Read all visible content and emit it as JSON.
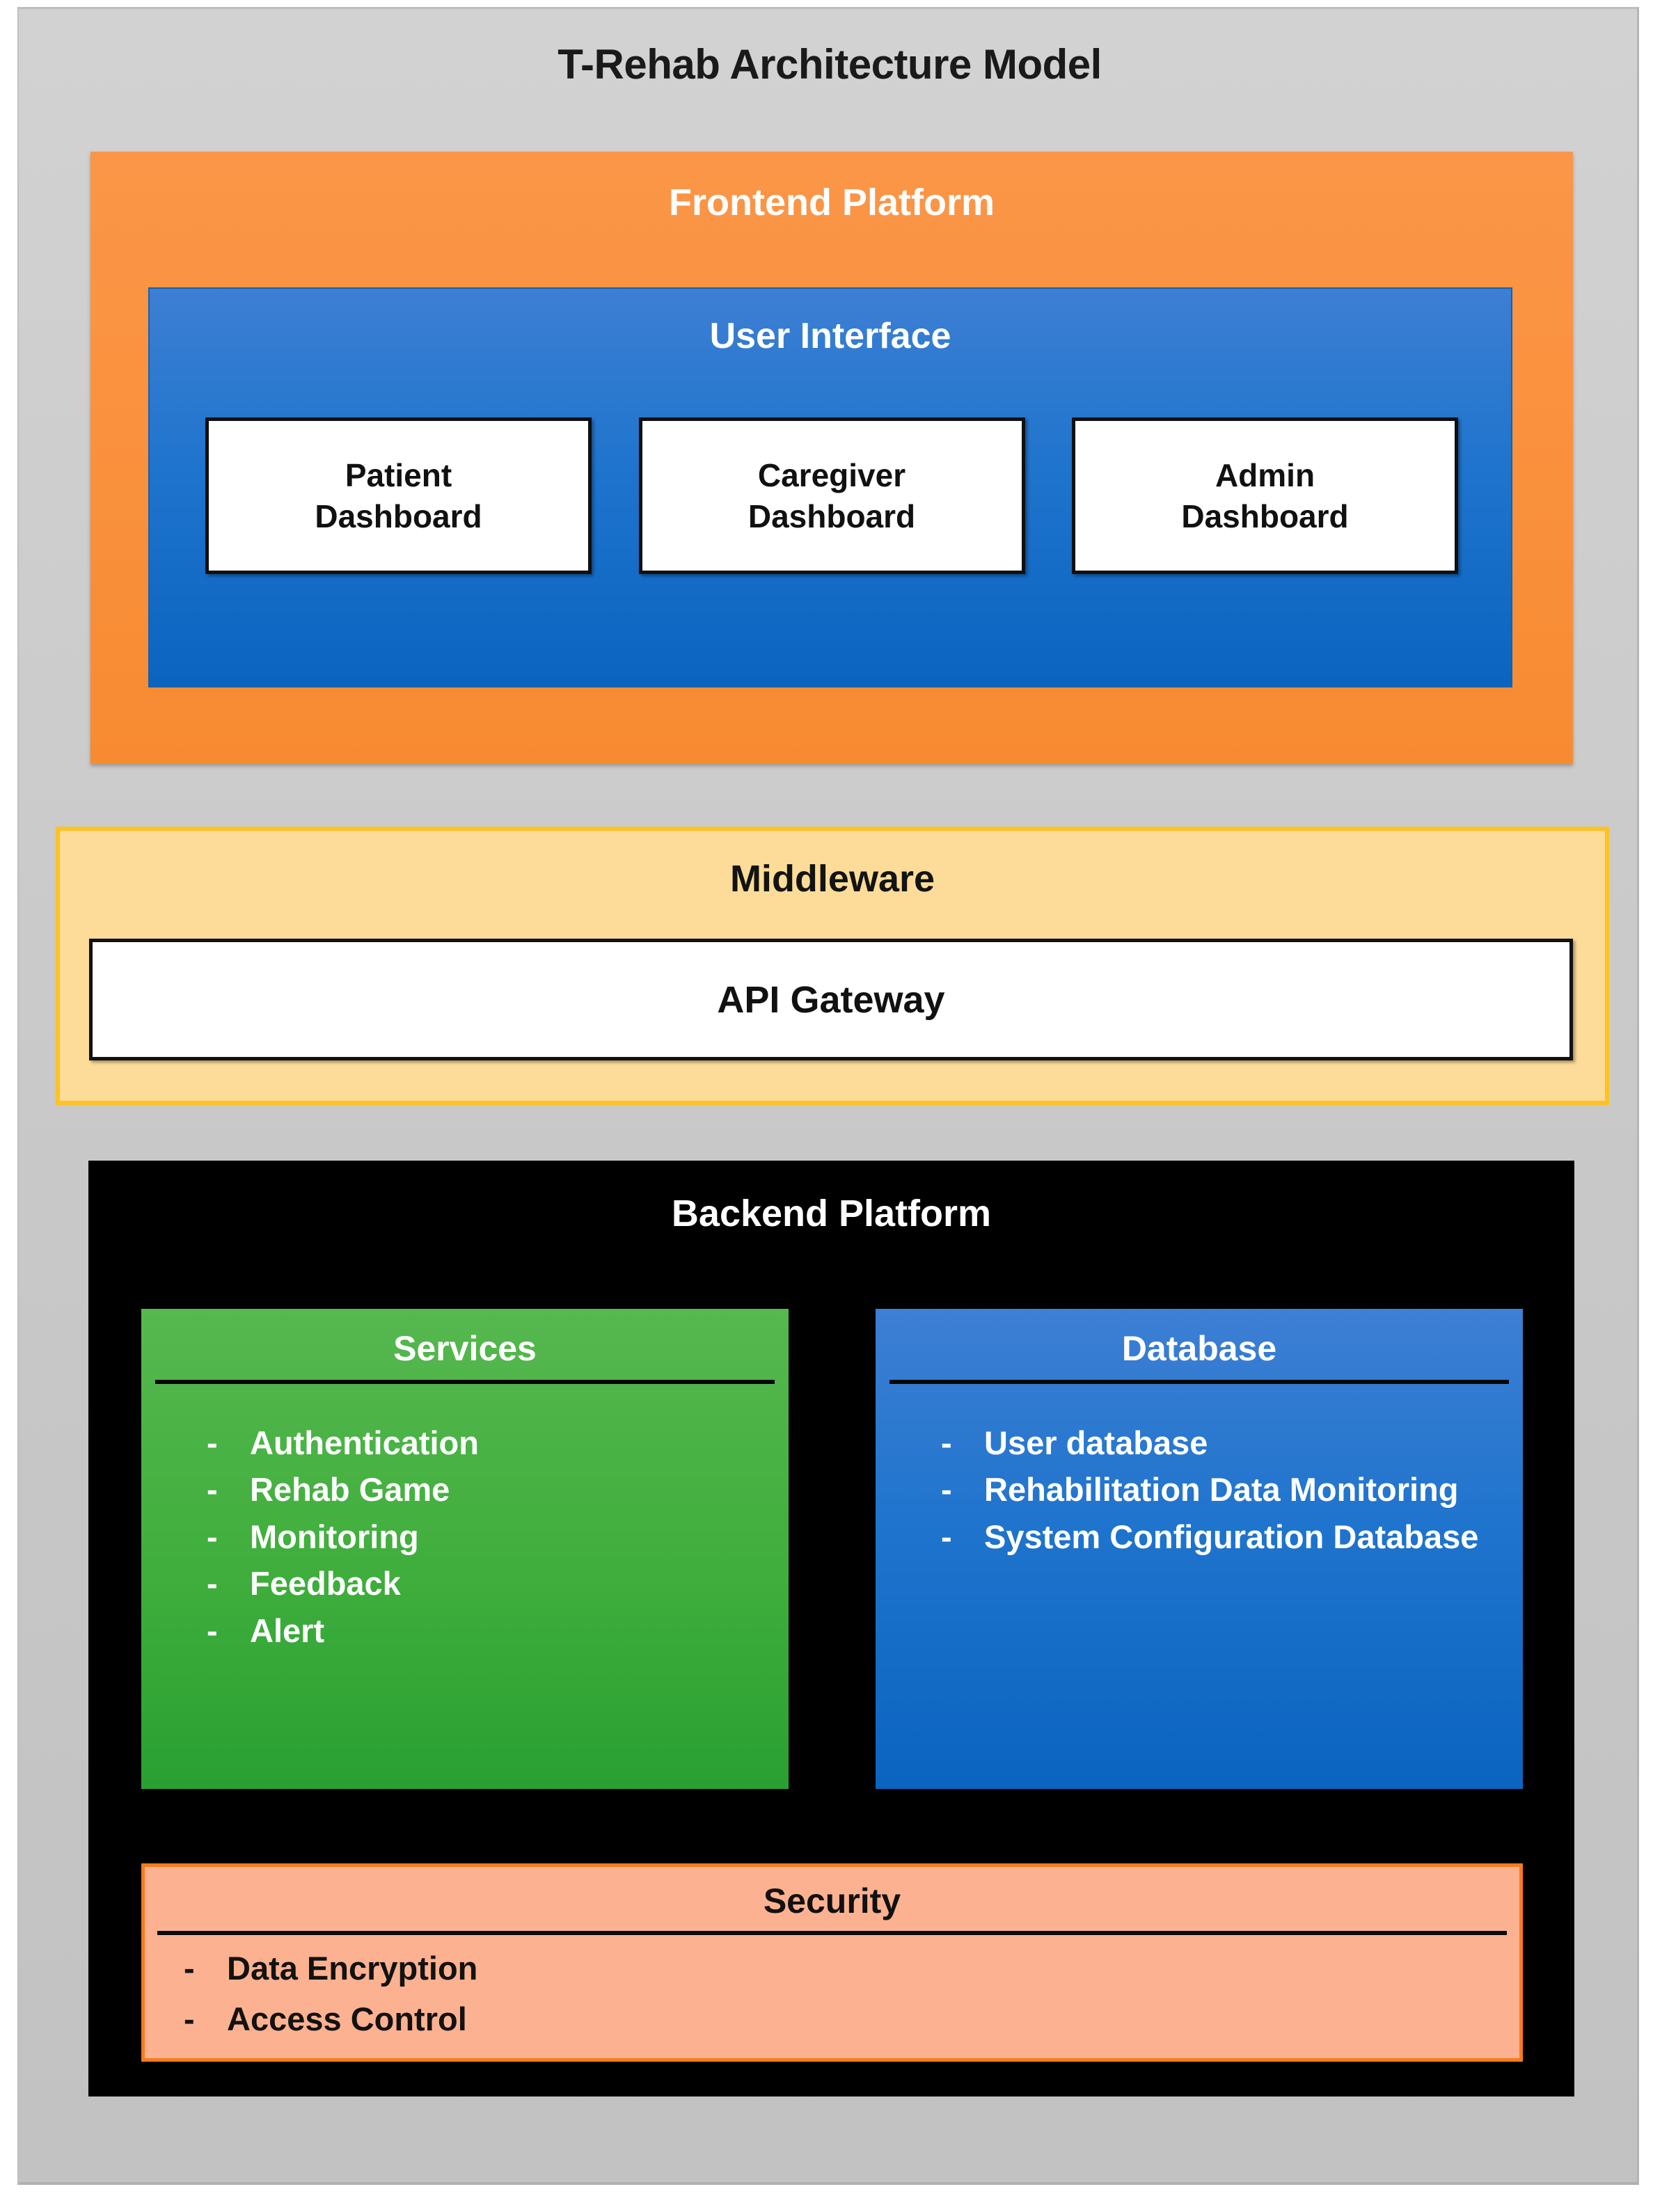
{
  "diagram": {
    "title": "T-Rehab Architecture Model"
  },
  "frontend": {
    "title": "Frontend Platform",
    "user_interface": {
      "title": "User Interface",
      "dashboards": [
        {
          "line1": "Patient",
          "line2": "Dashboard"
        },
        {
          "line1": "Caregiver",
          "line2": "Dashboard"
        },
        {
          "line1": "Admin",
          "line2": "Dashboard"
        }
      ]
    }
  },
  "middleware": {
    "title": "Middleware",
    "api_gateway": "API Gateway"
  },
  "backend": {
    "title": "Backend Platform",
    "services": {
      "title": "Services",
      "items": [
        "Authentication",
        "Rehab Game",
        "Monitoring",
        "Feedback",
        "Alert"
      ]
    },
    "database": {
      "title": "Database",
      "items": [
        "User database",
        "Rehabilitation Data Monitoring",
        "System Configuration Database"
      ]
    },
    "security": {
      "title": "Security",
      "items": [
        "Data Encryption",
        "Access Control"
      ]
    }
  },
  "bullet": "-",
  "colors": {
    "canvas_gray": "#C8C8C8",
    "frontend_orange": "#F88B32",
    "ui_blue": "#1F74CD",
    "middleware_yellow": "#FCDC98",
    "middleware_border": "#FFC222",
    "backend_black": "#000000",
    "services_green": "#3FAE3C",
    "database_blue": "#1F74CD",
    "security_peach": "#FCB190",
    "security_border": "#F97A1C",
    "card_white": "#FFFFFF",
    "text_dark": "#111111",
    "text_light": "#FFFFFF"
  }
}
